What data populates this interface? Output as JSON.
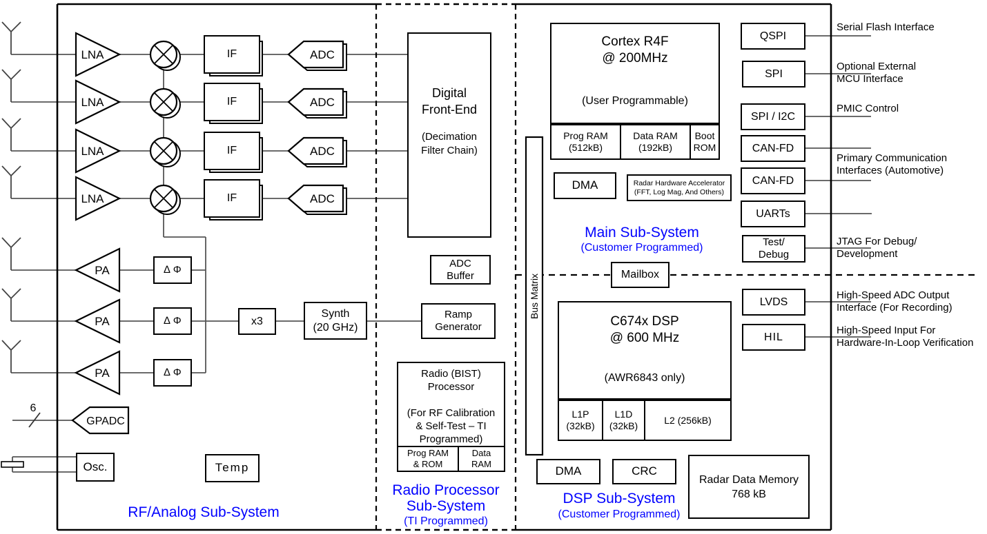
{
  "rf": {
    "lna": "LNA",
    "if": "IF",
    "adc": "ADC",
    "pa": "PA",
    "phase": "∆ Φ",
    "x3": "x3",
    "synth": "Synth\n(20 GHz)",
    "gpadc": "GPADC",
    "gpadc_bus_width": "6",
    "osc": "Osc.",
    "temp": "Temp",
    "title": "RF/Analog Sub-System"
  },
  "dfe": {
    "title": "Digital\nFront-End",
    "subtitle": "(Decimation\nFilter Chain)",
    "adc_buffer": "ADC\nBuffer",
    "ramp_generator": "Ramp\nGenerator"
  },
  "radio": {
    "processor": "Radio (BIST)\nProcessor\n\n(For RF Calibration\n& Self-Test – TI\nProgrammed)",
    "prog_ram": "Prog RAM\n& ROM",
    "data_ram": "Data\nRAM",
    "title": "Radio Processor\nSub-System",
    "subtitle": "(TI Programmed)"
  },
  "main": {
    "bus_matrix": "Bus Matrix",
    "cpu": "Cortex R4F\n@ 200MHz",
    "cpu_note": "(User Programmable)",
    "prog_ram": "Prog RAM\n(512kB)",
    "data_ram": "Data RAM\n(192kB)",
    "boot_rom": "Boot\nROM",
    "dma": "DMA",
    "accelerator": "Radar Hardware Accelerator\n(FFT, Log Mag, And Others)",
    "title": "Main Sub-System",
    "subtitle": "(Customer Programmed)",
    "mailbox": "Mailbox"
  },
  "dsp": {
    "cpu": "C674x DSP\n@ 600 MHz",
    "cpu_note": "(AWR6843 only)",
    "l1p": "L1P\n(32kB)",
    "l1d": "L1D\n(32kB)",
    "l2": "L2 (256kB)",
    "dma": "DMA",
    "crc": "CRC",
    "radar_memory": "Radar Data Memory\n768 kB",
    "title": "DSP Sub-System",
    "subtitle": "(Customer Programmed)"
  },
  "io": {
    "qspi": "QSPI",
    "spi": "SPI",
    "spi_i2c": "SPI / I2C",
    "can_fd_1": "CAN-FD",
    "can_fd_2": "CAN-FD",
    "uarts": "UARTs",
    "test_debug": "Test/\nDebug",
    "lvds": "LVDS",
    "hil": "HIL"
  },
  "external": {
    "serial_flash": "Serial Flash Interface",
    "mcu": "Optional External\nMCU Interface",
    "pmic": "PMIC Control",
    "primary_comm": "Primary Communication\nInterfaces (Automotive)",
    "jtag": "JTAG For Debug/\nDevelopment",
    "lvds": "High-Speed ADC Output\nInterface (For Recording)",
    "hil": "High-Speed Input For\nHardware-In-Loop Verification"
  },
  "colors": {
    "accent_blue": "#0101FF",
    "wire": "#555555",
    "ink": "#000000"
  }
}
